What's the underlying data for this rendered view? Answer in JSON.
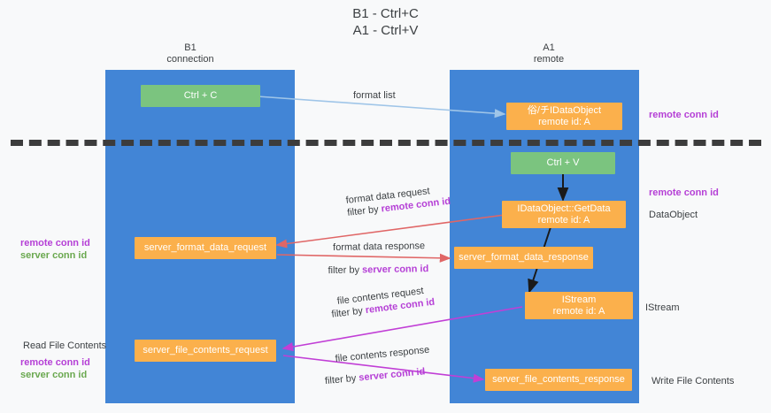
{
  "title": "B1 - Ctrl+C\nA1 - Ctrl+V",
  "colors": {
    "lane": "#4285d6",
    "node_orange": "#fbb04c",
    "node_green": "#7bc47f",
    "accent_purple": "#b53fd6",
    "accent_green": "#6aa84f",
    "arrow_blue": "#9fc5e8",
    "arrow_red": "#e06666",
    "arrow_magenta": "#c13fd6",
    "arrow_black": "#1a1a1a",
    "background": "#f8f9fa",
    "divider": "#3c3c3c"
  },
  "columns": [
    {
      "name": "b1",
      "label": "B1\nconnection"
    },
    {
      "name": "a1",
      "label": "A1\nremote"
    }
  ],
  "nodes": {
    "ctrl_c": "Ctrl + C",
    "ctrl_v": "Ctrl + V",
    "data_object_remote": "俗/チIDataObject\nremote id: A",
    "get_data": "IDataObject::GetData\nremote id: A",
    "format_request": "server_format_data_request",
    "format_response": "server_format_data_response",
    "istream": "IStream\nremote id: A",
    "file_contents_request": "server_file_contents_request",
    "file_contents_response": "server_file_contents_response"
  },
  "edge_labels": {
    "format_list": "format list",
    "format_data_request": "format data request",
    "format_data_request_filter_prefix": "filter by ",
    "format_data_request_filter_key": "remote conn id",
    "format_data_response": "format data response",
    "format_data_response_filter_prefix": "filter by ",
    "format_data_response_filter_key": "server conn id",
    "file_contents_request": "file contents request",
    "file_contents_request_filter_prefix": "filter by ",
    "file_contents_request_filter_key": "remote conn id",
    "file_contents_response": "file contents response",
    "file_contents_response_filter_prefix": "filter by ",
    "file_contents_response_filter_key": "server conn id"
  },
  "right_annotations": [
    {
      "name": "remote-conn-id-top",
      "text": "remote conn id",
      "style": "purple"
    },
    {
      "name": "remote-conn-id-mid",
      "text": "remote conn id",
      "style": "purple"
    },
    {
      "name": "data-object",
      "text": "DataObject",
      "style": "plain"
    },
    {
      "name": "istream",
      "text": "IStream",
      "style": "plain"
    },
    {
      "name": "write-file-contents",
      "text": "Write File Contents",
      "style": "plain"
    }
  ],
  "left_annotations": [
    {
      "name": "remote-conn-id-left",
      "text": "remote conn id",
      "style": "purple"
    },
    {
      "name": "server-conn-id-left",
      "text": "server conn id",
      "style": "green"
    },
    {
      "name": "read-file-contents",
      "text": "Read File Contents",
      "style": "plain"
    },
    {
      "name": "remote-conn-id-left-2",
      "text": "remote conn id",
      "style": "purple"
    },
    {
      "name": "server-conn-id-left-2",
      "text": "server conn id",
      "style": "green"
    }
  ]
}
